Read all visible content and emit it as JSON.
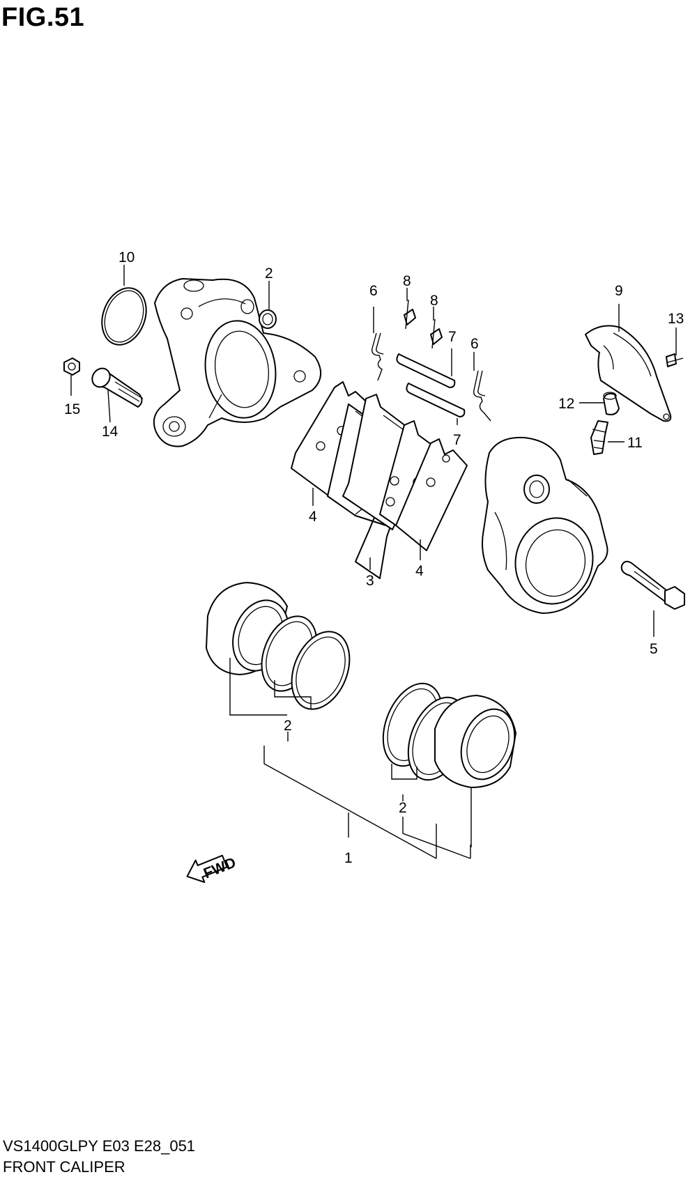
{
  "figure": {
    "title": "FIG.51"
  },
  "callouts": {
    "c1": "1",
    "c2a": "2",
    "c2b": "2",
    "c2c": "2",
    "c3": "3",
    "c4a": "4",
    "c4b": "4",
    "c5": "5",
    "c6a": "6",
    "c6b": "6",
    "c7a": "7",
    "c7b": "7",
    "c8a": "8",
    "c8b": "8",
    "c9": "9",
    "c10": "10",
    "c11": "11",
    "c12": "12",
    "c13": "13",
    "c14": "14",
    "c15": "15"
  },
  "direction_marker": {
    "label": "FWD",
    "icon": "fwd-arrow-icon"
  },
  "footer": {
    "model_code": "VS1400GLPY E03 E28_051",
    "section_title": "FRONT CALIPER"
  }
}
